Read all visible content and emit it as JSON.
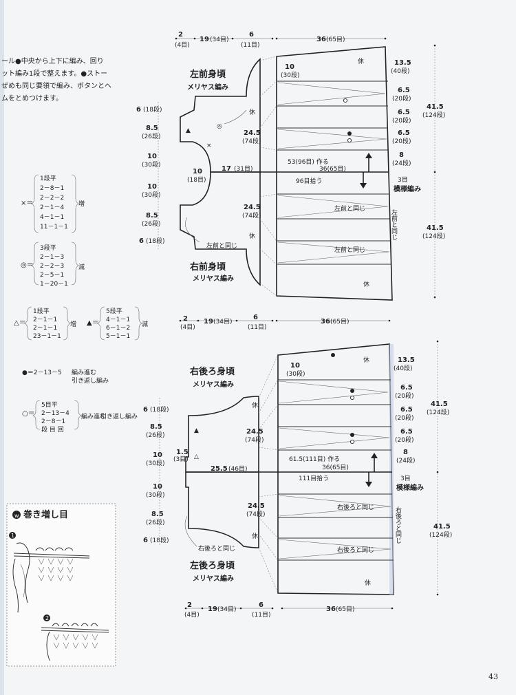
{
  "intro": [
    "ール●中央から上下に編み、回り",
    "ット編み1段で整えます。●ストー",
    "ぜめも同じ要領で編み、ボタンとヘ",
    "ムをとめつけます。"
  ],
  "legend": {
    "x_sym": "×＝",
    "x_rows": [
      "1段平",
      "2－8－1",
      "2－2－2",
      "2－1－4",
      "4－1－1",
      "11－1－1"
    ],
    "x_label": "増",
    "dbl_sym": "◎＝",
    "dbl_rows": [
      "3段平",
      "2－1－3",
      "2－2－3",
      "2－5－1",
      "1－20－1"
    ],
    "dbl_label": "減",
    "tri_sym": "△＝",
    "tri_rows": [
      "1段平",
      "2－1－1",
      "2－1－1",
      "23－1－1"
    ],
    "tri_label": "増",
    "ftri_sym": "▲＝",
    "ftri_rows": [
      "5段平",
      "4－1－1",
      "6－1－2",
      "5－1－1"
    ],
    "ftri_label": "減",
    "fdot_text": "●＝2－13－5",
    "fdot_desc1": "編み進む",
    "fdot_desc2": "引き返し編み",
    "odot_sym": "○＝",
    "odot_rows": [
      "5目平",
      "2－13－4",
      "2－8－1",
      "段 目 回"
    ],
    "odot_desc1": "編み進む",
    "odot_desc2": "引き返し編み"
  },
  "cast_on_box": {
    "title": "巻き増し目",
    "step1": "1",
    "step2": "2"
  },
  "front": {
    "top_dims": [
      "2",
      "(4目)",
      "19",
      "(34目)",
      "6",
      "(11目)",
      "36",
      "(65目)"
    ],
    "left_title": "左前身頃",
    "left_sub": "メリヤス編み",
    "right_title": "右前身頃",
    "right_sub": "メリヤス編み",
    "left_col": [
      "6",
      "(18段)",
      "8.5",
      "(26段)",
      "10",
      "(30段)",
      "10",
      "(30段)",
      "8.5",
      "(26段)",
      "6",
      "(18段)"
    ],
    "center_w": [
      "10",
      "(18目)"
    ],
    "center_17": [
      "17",
      "(31目)"
    ],
    "h_upper": [
      "24.5",
      "(74段)"
    ],
    "h_lower": [
      "24.5",
      "(74段)"
    ],
    "kyu": "休",
    "top_panel": [
      "10",
      "(30段)"
    ],
    "same_as_left": "左前と同じ",
    "make_stitches": "53(96目) 作る",
    "panel_w": "36(65目)",
    "pick_up": "96目拾う",
    "right_labels": [
      "13.5",
      "(40段)",
      "6.5",
      "(20段)",
      "6.5",
      "(20段)",
      "6.5",
      "(20段)",
      "8",
      "(24段)",
      "3目"
    ],
    "pattern": "模様編み",
    "vertical_note": "左前と同じ",
    "far_upper": [
      "41.5",
      "(124段)"
    ],
    "far_lower": [
      "41.5",
      "(124段)"
    ]
  },
  "back": {
    "top_dims": [
      "2",
      "(4目)",
      "19",
      "(34目)",
      "6",
      "(11目)",
      "36",
      "(65目)"
    ],
    "bottom_dims": [
      "2",
      "(4目)",
      "19",
      "(34目)",
      "6",
      "(11目)",
      "36",
      "(65目)"
    ],
    "right_title": "右後ろ身頃",
    "right_sub": "メリヤス編み",
    "left_title": "左後ろ身頃",
    "left_sub": "メリヤス編み",
    "left_col": [
      "6",
      "(18段)",
      "8.5",
      "(26段)",
      "10",
      "(30段)",
      "10",
      "(30段)",
      "8.5",
      "(26段)",
      "6",
      "(18段)"
    ],
    "side_small": [
      "1.5",
      "(3目)"
    ],
    "center_w": [
      "25.5",
      "(46目)"
    ],
    "h_upper": [
      "24.5",
      "(74段)"
    ],
    "h_lower": [
      "24.5",
      "(74段)"
    ],
    "kyu": "休",
    "top_panel": [
      "10",
      "(30段)"
    ],
    "same_as_right": "右後ろと同じ",
    "make_stitches": "61.5(111目) 作る",
    "panel_w": "36(65目)",
    "pick_up": "111目拾う",
    "right_labels": [
      "13.5",
      "(40段)",
      "6.5",
      "(20段)",
      "6.5",
      "(20段)",
      "6.5",
      "(20段)",
      "8",
      "(24段)",
      "3目"
    ],
    "pattern": "模様編み",
    "vertical_note": "右後ろと同じ",
    "far_upper": [
      "41.5",
      "(124段)"
    ],
    "far_lower": [
      "41.5",
      "(124段)"
    ]
  },
  "page_number": "43"
}
